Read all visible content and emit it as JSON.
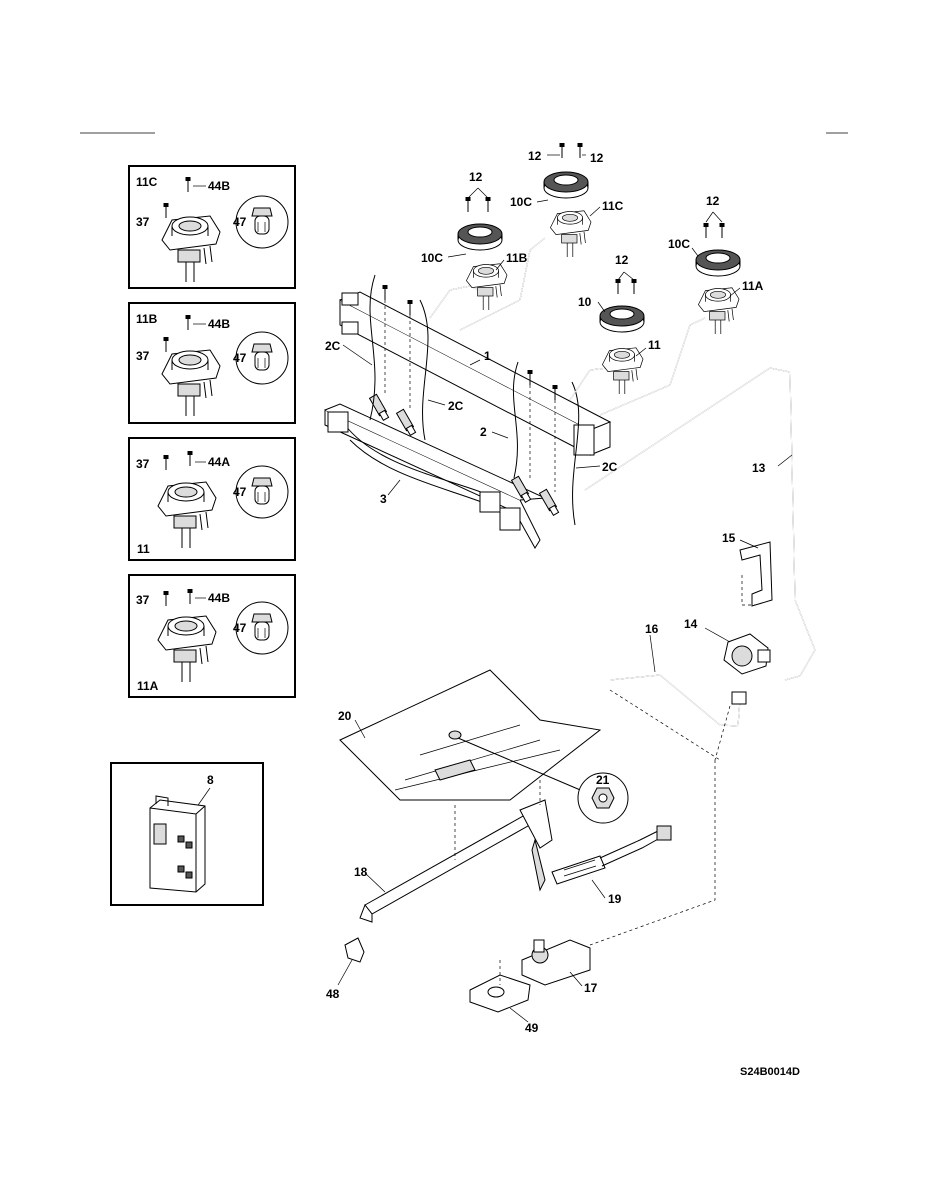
{
  "diagram": {
    "code": "S24B0014D",
    "detail_boxes": [
      {
        "title": "11C",
        "labels": [
          "44B",
          "37",
          "47"
        ]
      },
      {
        "title": "11B",
        "labels": [
          "44B",
          "37",
          "47"
        ]
      },
      {
        "title": "11",
        "labels": [
          "37",
          "44A",
          "47"
        ]
      },
      {
        "title": "11A",
        "labels": [
          "37",
          "44B",
          "47"
        ]
      },
      {
        "title": "8",
        "labels": []
      }
    ],
    "callouts": {
      "c1": "1",
      "c2": "2",
      "c2c_a": "2C",
      "c2c_b": "2C",
      "c2c_c": "2C",
      "c3": "3",
      "c10": "10",
      "c10c_a": "10C",
      "c10c_b": "10C",
      "c10c_c": "10C",
      "c11": "11",
      "c11a": "11A",
      "c11b": "11B",
      "c11c": "11C",
      "c12_a": "12",
      "c12_b": "12",
      "c12_c": "12",
      "c12_d": "12",
      "c12_e": "12",
      "c13": "13",
      "c14": "14",
      "c15": "15",
      "c16": "16",
      "c17": "17",
      "c18": "18",
      "c19": "19",
      "c20": "20",
      "c21": "21",
      "c48": "48",
      "c49": "49"
    }
  }
}
